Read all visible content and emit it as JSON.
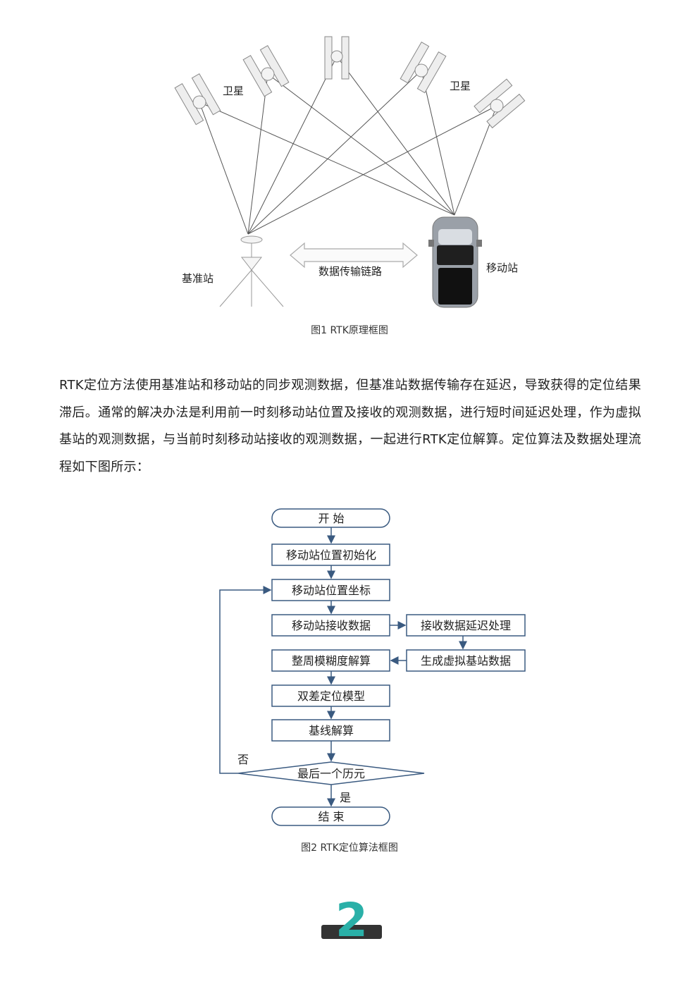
{
  "figure1": {
    "satellite_label_left": "卫星",
    "satellite_label_right": "卫星",
    "base_station_label": "基准站",
    "link_label": "数据传输链路",
    "rover_label": "移动站",
    "caption": "图1  RTK原理框图"
  },
  "paragraph": "RTK定位方法使用基准站和移动站的同步观测数据，但基准站数据传输存在延迟，导致获得的定位结果滞后。通常的解决办法是利用前一时刻移动站位置及接收的观测数据，进行短时间延迟处理，作为虚拟基站的观测数据，与当前时刻移动站接收的观测数据，一起进行RTK定位解算。定位算法及数据处理流程如下图所示：",
  "figure2": {
    "start": "开  始",
    "init": "移动站位置初始化",
    "coord": "移动站位置坐标",
    "receive": "移动站接收数据",
    "delay": "接收数据延迟处理",
    "ambiguity": "整周模糊度解算",
    "virtual": "生成虚拟基站数据",
    "double_diff": "双差定位模型",
    "baseline": "基线解算",
    "decision": "最后一个历元",
    "no": "否",
    "yes": "是",
    "end": "结  束",
    "caption": "图2  RTK定位算法框图"
  },
  "page_number": "2",
  "colors": {
    "flow_border": "#3a5a80",
    "page_num_bar": "#333333",
    "page_num_digit": "#2ab0a8"
  }
}
